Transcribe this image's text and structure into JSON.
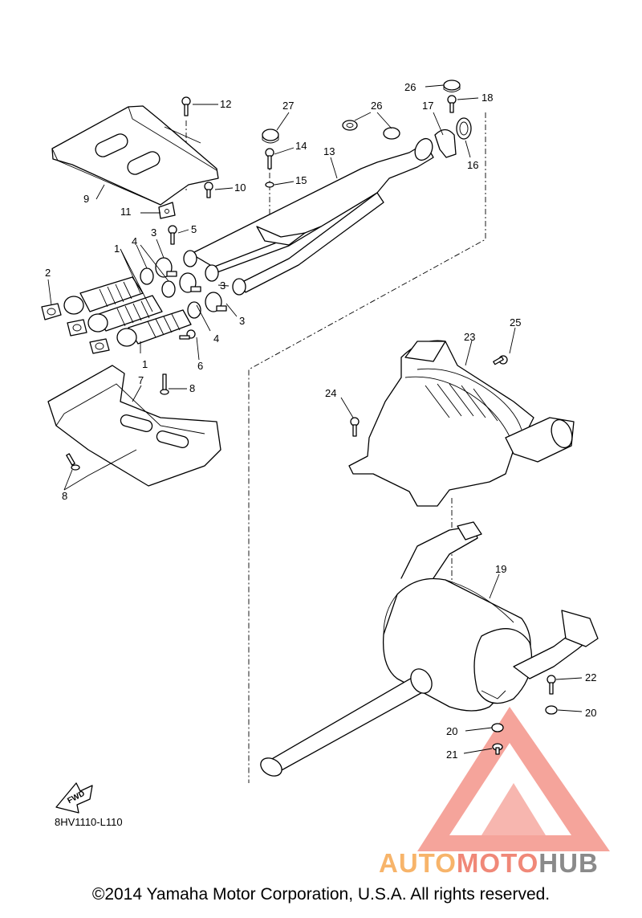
{
  "diagram": {
    "code": "8HV1110-L110",
    "fwd_label": "FWD",
    "copyright": "©2014 Yamaha Motor Corporation, U.S.A. All rights reserved.",
    "callouts": {
      "c1a": "1",
      "c1b": "1",
      "c2": "2",
      "c3a": "3",
      "c3b": "3",
      "c3c": "3",
      "c4a": "4",
      "c4b": "4",
      "c5": "5",
      "c6": "6",
      "c7": "7",
      "c8a": "8",
      "c8b": "8",
      "c9": "9",
      "c10": "10",
      "c11": "11",
      "c12": "12",
      "c13": "13",
      "c14": "14",
      "c15": "15",
      "c16": "16",
      "c17": "17",
      "c18": "18",
      "c19": "19",
      "c20a": "20",
      "c20b": "20",
      "c21": "21",
      "c22": "22",
      "c23": "23",
      "c24": "24",
      "c25": "25",
      "c26a": "26",
      "c26b": "26",
      "c27": "27"
    }
  },
  "watermark": {
    "part1": "AUTO",
    "part2": "MOTO",
    "part3": "HUB",
    "colors": {
      "orange": "#f7b46a",
      "red": "#f08878",
      "gray": "#8a8a8a"
    }
  }
}
